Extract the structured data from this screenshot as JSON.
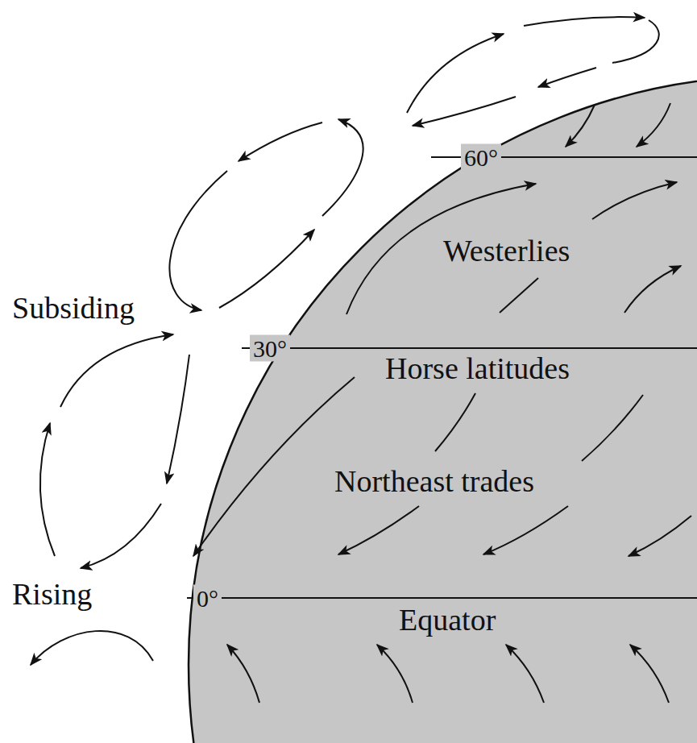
{
  "diagram": {
    "labels": [
      "60°",
      "Westerlies",
      "Subsiding",
      "30°",
      "Horse latitudes",
      "Northeast trades",
      "Rising",
      "0°",
      "Equator"
    ]
  }
}
